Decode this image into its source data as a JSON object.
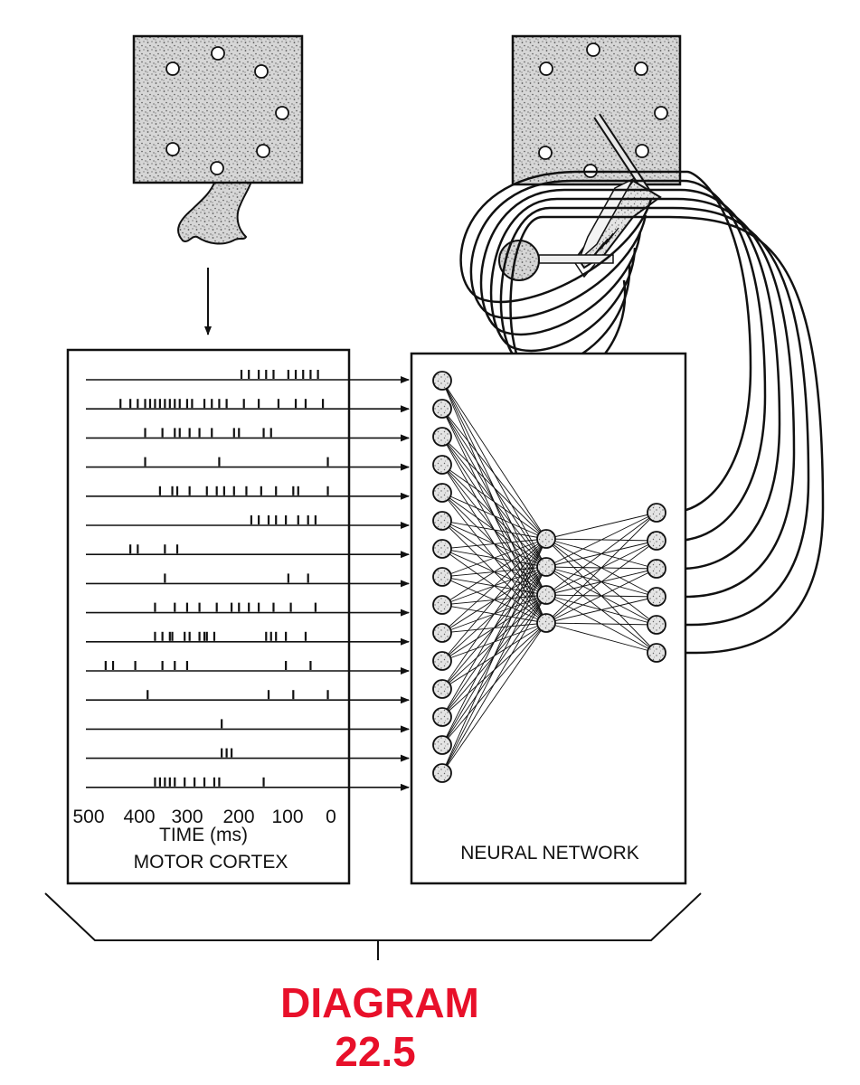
{
  "motor_cortex": {
    "axis_ticks": [
      "500",
      "400",
      "300",
      "200",
      "100",
      "0"
    ],
    "axis_label": "TIME (ms)",
    "panel_label": "MOTOR CORTEX",
    "spike_trains": [
      [
        185,
        170,
        150,
        135,
        120,
        90,
        75,
        60,
        45,
        30
      ],
      [
        430,
        410,
        395,
        380,
        370,
        360,
        350,
        340,
        330,
        320,
        310,
        295,
        285,
        260,
        245,
        230,
        215,
        180,
        150,
        110,
        75,
        55,
        20
      ],
      [
        380,
        345,
        320,
        310,
        290,
        270,
        245,
        200,
        190,
        140,
        125
      ],
      [
        380,
        230,
        10
      ],
      [
        350,
        325,
        315,
        290,
        255,
        235,
        220,
        200,
        175,
        145,
        115,
        80,
        70,
        10
      ],
      [
        165,
        150,
        130,
        115,
        95,
        70,
        50,
        35
      ],
      [
        410,
        395,
        340,
        315
      ],
      [
        340,
        90,
        50
      ],
      [
        360,
        320,
        295,
        270,
        235,
        205,
        190,
        170,
        150,
        120,
        85,
        35
      ],
      [
        360,
        345,
        330,
        325,
        300,
        290,
        270,
        260,
        255,
        240,
        135,
        125,
        115,
        95,
        55
      ],
      [
        460,
        445,
        400,
        345,
        320,
        295,
        95,
        45
      ],
      [
        375,
        130,
        80,
        10
      ],
      [
        225
      ],
      [
        225,
        215,
        205
      ],
      [
        360,
        350,
        340,
        330,
        320,
        300,
        280,
        260,
        240,
        230,
        140
      ]
    ]
  },
  "neural_network": {
    "panel_label": "NEURAL NETWORK",
    "layers": [
      15,
      4,
      6
    ]
  },
  "caption": {
    "line1": "DIAGRAM",
    "line2": "22.5"
  }
}
